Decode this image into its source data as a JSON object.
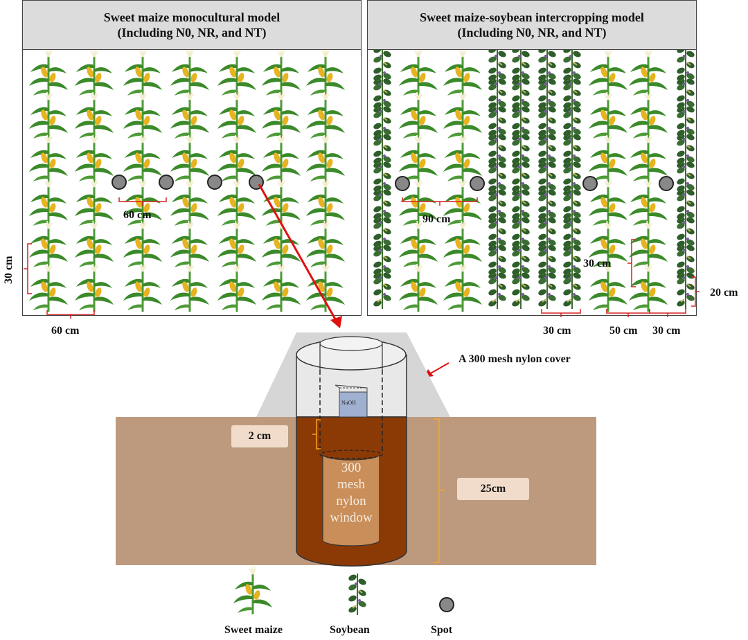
{
  "panels": {
    "mono": {
      "title_line1": "Sweet maize monocultural model",
      "title_line2": "(Including N0, NR, and NT)"
    },
    "inter": {
      "title_line1": "Sweet maize-soybean intercropping model",
      "title_line2": "(Including N0, NR, and NT)"
    }
  },
  "spacing_labels": {
    "mono_spot": "60 cm",
    "mono_row": "30 cm",
    "mono_col": "60 cm",
    "inter_spot": "90 cm",
    "inter_maize_row": "30 cm",
    "inter_soy_row": "20 cm",
    "inter_soy_col": "30 cm",
    "inter_gap": "50 cm",
    "inter_soy_col2": "30 cm"
  },
  "apparatus": {
    "cover_label": "A 300 mesh nylon cover",
    "naoh_label": "NaOH",
    "depth_top": "2 cm",
    "depth_total": "25cm",
    "window_lines": [
      "300",
      "mesh",
      "nylon",
      "window"
    ]
  },
  "legend": {
    "maize": "Sweet maize",
    "soybean": "Soybean",
    "spot": "Spot"
  },
  "colors": {
    "soil": "#bd9a7e",
    "cylinder": "#8b3a06",
    "header_bg": "#dcdcdc",
    "bracket_red": "#d42020",
    "bracket_orange": "#f5a623",
    "maize_leaf": "#3b8a2a",
    "maize_cob": "#e7b321",
    "soybean_leaf": "#2e5e2a",
    "spot_fill": "#888888"
  }
}
